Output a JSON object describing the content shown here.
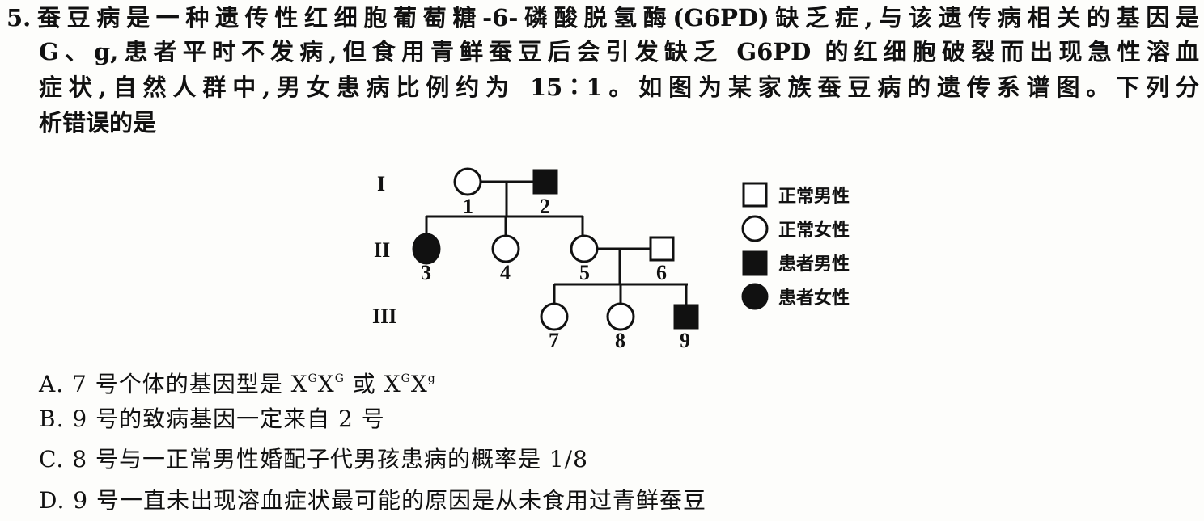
{
  "question": {
    "lines": [
      "5.蚕豆病是一种遗传性红细胞葡萄糖-6-磷酸脱氢酶(G6PD)缺乏症,与该遗传病相关的基因是",
      "G、g,患者平时不发病,但食用青鲜蚕豆后会引发缺乏 G6PD 的红细胞破裂而出现急性溶血",
      "症状,自然人群中,男女患病比例约为 15∶1。如图为某家族蚕豆病的遗传系谱图。下列分",
      "析错误的是"
    ]
  },
  "pedigree": {
    "generations": [
      "I",
      "II",
      "III"
    ],
    "individuals": [
      {
        "id": "1",
        "sex": "female",
        "affected": false
      },
      {
        "id": "2",
        "sex": "male",
        "affected": true
      },
      {
        "id": "3",
        "sex": "female",
        "affected": true
      },
      {
        "id": "4",
        "sex": "female",
        "affected": false
      },
      {
        "id": "5",
        "sex": "female",
        "affected": false
      },
      {
        "id": "6",
        "sex": "male",
        "affected": false
      },
      {
        "id": "7",
        "sex": "female",
        "affected": false
      },
      {
        "id": "8",
        "sex": "female",
        "affected": false
      },
      {
        "id": "9",
        "sex": "male",
        "affected": true
      }
    ],
    "legend": [
      "正常男性",
      "正常女性",
      "患者男性",
      "患者女性"
    ]
  },
  "options": {
    "A": {
      "prefix": "A. 7 号个体的基因型是 ",
      "g1a": "X",
      "s1a": "G",
      "g1b": "X",
      "s1b": "G",
      "mid": " 或 ",
      "g2a": "X",
      "s2a": "G",
      "g2b": "X",
      "s2b": "g"
    },
    "B": "B. 9 号的致病基因一定来自 2 号",
    "C": "C. 8 号与一正常男性婚配子代男孩患病的概率是 1/8",
    "D": "D. 9 号一直未出现溶血症状最可能的原因是从未食用过青鲜蚕豆"
  }
}
